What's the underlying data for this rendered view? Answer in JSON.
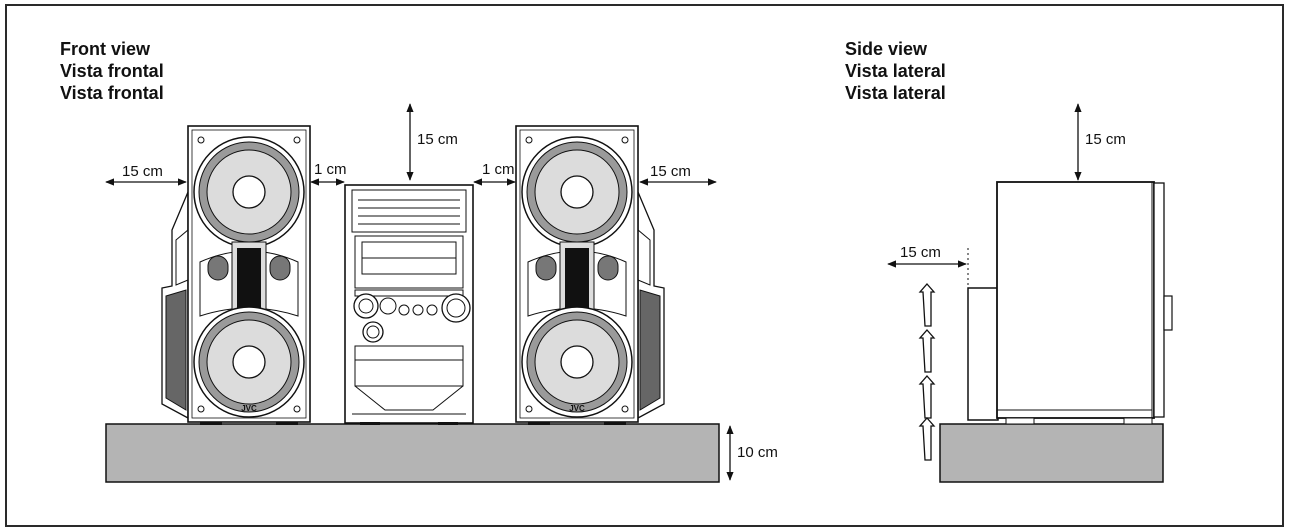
{
  "front": {
    "title_lines": [
      "Front view",
      "Vista frontal",
      "Vista frontal"
    ],
    "brand": "JVC",
    "dims": {
      "top": "15 cm",
      "left": "15 cm",
      "right": "15 cm",
      "gap_left": "1 cm",
      "gap_right": "1 cm",
      "shelf": "10 cm"
    }
  },
  "side": {
    "title_lines": [
      "Side view",
      "Vista lateral",
      "Vista lateral"
    ],
    "dims": {
      "top": "15 cm",
      "back": "15 cm"
    }
  },
  "colors": {
    "shelf": "#b4b4b4",
    "panel": "#666666",
    "line": "#111111"
  }
}
